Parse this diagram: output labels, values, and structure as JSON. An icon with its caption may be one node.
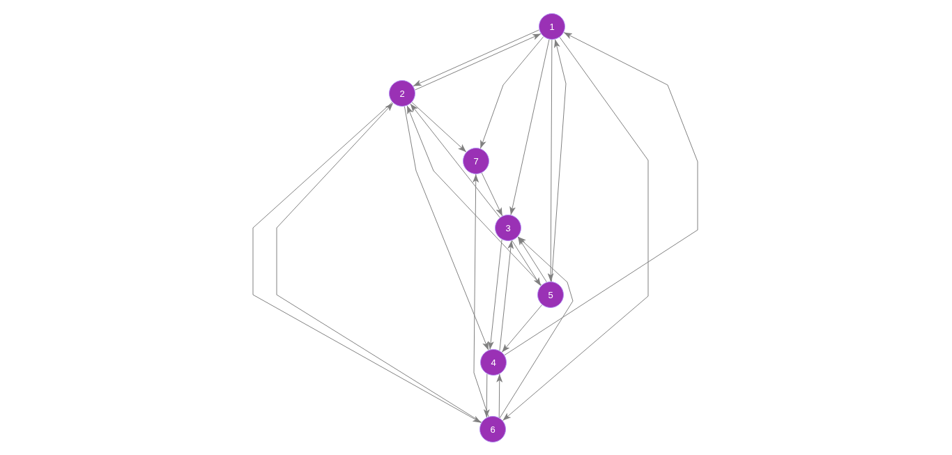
{
  "diagram": {
    "nodes": [
      {
        "text": [
          "1"
        ]
      },
      {
        "text": [
          "2"
        ]
      },
      {
        "text": [
          "7"
        ]
      },
      {
        "text": [
          "3"
        ]
      },
      {
        "text": [
          "5"
        ]
      },
      {
        "text": [
          "4"
        ]
      },
      {
        "text": [
          "6"
        ]
      }
    ],
    "edges": [
      {
        "from": 0,
        "to": 1,
        "arrow": "to"
      },
      {
        "from": 1,
        "to": 0,
        "arrow": "to"
      },
      {
        "from": 0,
        "to": 2,
        "arrow": "to"
      },
      {
        "from": 0,
        "to": 3,
        "arrow": "to"
      },
      {
        "from": 0,
        "to": 4,
        "arrow": "to"
      },
      {
        "from": 4,
        "to": 0,
        "arrow": "to"
      },
      {
        "from": 0,
        "to": 6,
        "arrow": "to"
      },
      {
        "from": 5,
        "to": 0,
        "arrow": "to"
      },
      {
        "from": 1,
        "to": 2,
        "arrow": "to"
      },
      {
        "from": 1,
        "to": 5,
        "arrow": "to"
      },
      {
        "from": 1,
        "to": 6,
        "arrow": "to"
      },
      {
        "from": 6,
        "to": 1,
        "arrow": "to"
      },
      {
        "from": 3,
        "to": 1,
        "arrow": "to"
      },
      {
        "from": 4,
        "to": 1,
        "arrow": "to"
      },
      {
        "from": 2,
        "to": 3,
        "arrow": "to"
      },
      {
        "from": 6,
        "to": 2,
        "arrow": "to"
      },
      {
        "from": 3,
        "to": 5,
        "arrow": "to"
      },
      {
        "from": 5,
        "to": 3,
        "arrow": "to"
      },
      {
        "from": 3,
        "to": 4,
        "arrow": "to"
      },
      {
        "from": 4,
        "to": 3,
        "arrow": "to"
      },
      {
        "from": 6,
        "to": 3,
        "arrow": "to"
      },
      {
        "from": 4,
        "to": 5,
        "arrow": "to"
      },
      {
        "from": 5,
        "to": 6,
        "arrow": "to"
      },
      {
        "from": 6,
        "to": 5,
        "arrow": "to"
      }
    ]
  }
}
